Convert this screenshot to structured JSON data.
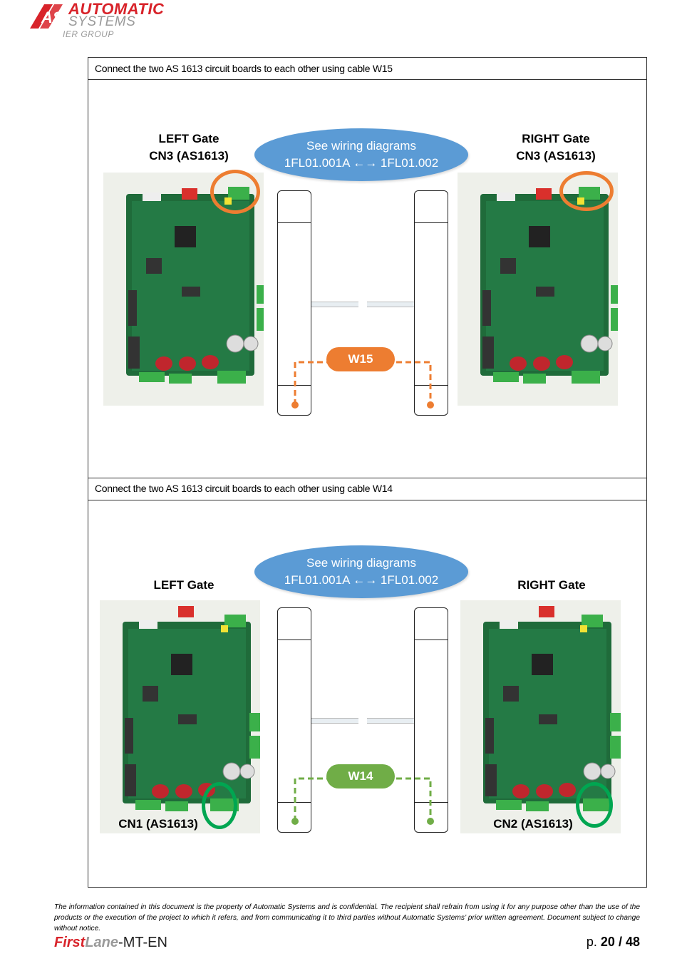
{
  "header": {
    "logo_line1": "AUTOMATIC",
    "logo_line2": "SYSTEMS",
    "logo_line3": "IER GROUP",
    "logo_mark": "AS"
  },
  "section1": {
    "caption": "Connect the two AS 1613 circuit boards to each other using cable W15",
    "left_gate": "LEFT Gate",
    "left_connector": "CN3 (AS1613)",
    "right_gate": "RIGHT Gate",
    "right_connector": "CN3 (AS1613)",
    "bubble_line1": "See wiring diagrams",
    "bubble_line2": "1FL01.001A ←→ 1FL01.002",
    "cable_label": "W15",
    "cable_color": "#ed7d31",
    "highlight_color": "#ed7d31"
  },
  "section2": {
    "caption": "Connect the two AS 1613 circuit boards to each other using cable W14",
    "left_gate": "LEFT Gate",
    "right_gate": "RIGHT Gate",
    "bubble_line1": "See wiring diagrams",
    "bubble_line2": "1FL01.001A ←→ 1FL01.002",
    "cable_label": "W14",
    "left_connector": "CN1 (AS1613)",
    "right_connector": "CN2 (AS1613)",
    "cable_color": "#70ad47",
    "highlight_color": "#00a651"
  },
  "footer": {
    "disclaimer": "The information contained in this document is the property of Automatic Systems and is confidential. The recipient shall refrain from using it for any purpose other than the use of the products or the execution of the project to which it refers, and from communicating it to third parties without Automatic Systems’ prior written agreement. Document subject to change without notice.",
    "doc_first": "First",
    "doc_lane": "Lane",
    "doc_suffix": "-MT-EN",
    "page_prefix": "p.",
    "page_current": "20",
    "page_sep": "/",
    "page_total": "48"
  },
  "colors": {
    "brand_red": "#d8232a",
    "bubble_blue": "#5b9bd5",
    "pcb_green": "#1f6b3a"
  }
}
